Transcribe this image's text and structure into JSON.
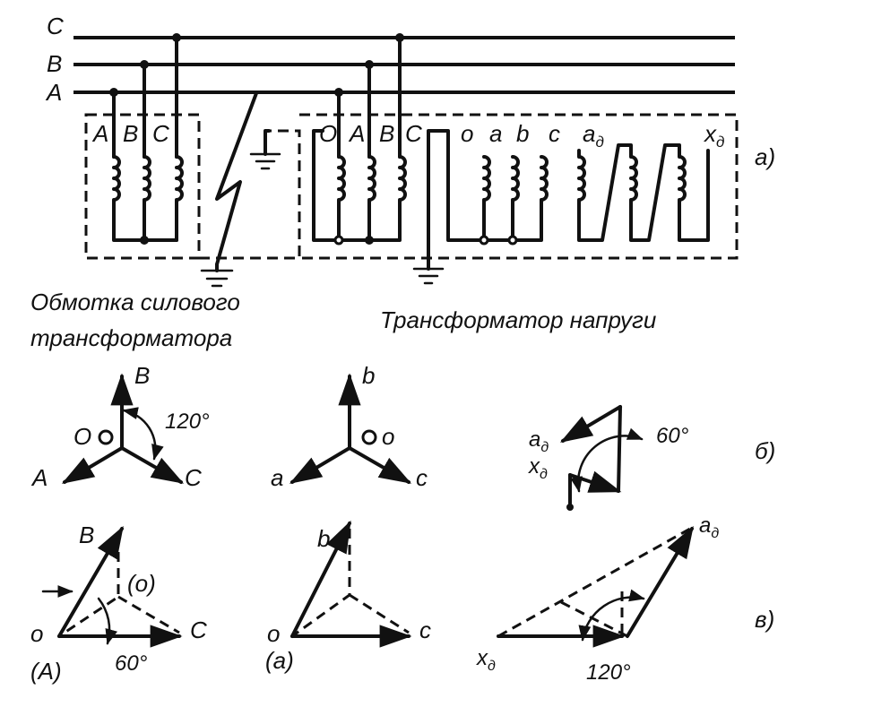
{
  "buses": {
    "c": "C",
    "b": "B",
    "a": "A"
  },
  "power_transformer": {
    "terminals": [
      "A",
      "B",
      "C"
    ],
    "caption_line1": "Обмотка силового",
    "caption_line2": "трансформатора"
  },
  "voltage_transformer": {
    "primary_terminals": [
      "O",
      "A",
      "B",
      "C"
    ],
    "secondary_terminals": [
      "o",
      "a",
      "b",
      "c",
      "a",
      "x"
    ],
    "subscript": "д",
    "caption": "Трансформатор напруги"
  },
  "panel_labels": {
    "a": "а)",
    "b": "б)",
    "v": "в)"
  },
  "diagram_b": {
    "primary": {
      "B": "B",
      "A": "A",
      "C": "C",
      "O": "O",
      "angle": "120°"
    },
    "secondary": {
      "b": "b",
      "a": "a",
      "c": "c",
      "o": "o"
    },
    "open_delta": {
      "a": "a",
      "x": "x",
      "sub": "д",
      "angle": "60°"
    }
  },
  "diagram_v": {
    "primary": {
      "B": "B",
      "o": "o",
      "o_paren": "(o)",
      "C": "C",
      "A_paren": "(A)",
      "angle": "60°"
    },
    "secondary": {
      "b": "b",
      "o": "o",
      "c": "c",
      "a_paren": "(a)"
    },
    "open_delta": {
      "a": "a",
      "x": "x",
      "sub": "д",
      "angle": "120°"
    }
  }
}
